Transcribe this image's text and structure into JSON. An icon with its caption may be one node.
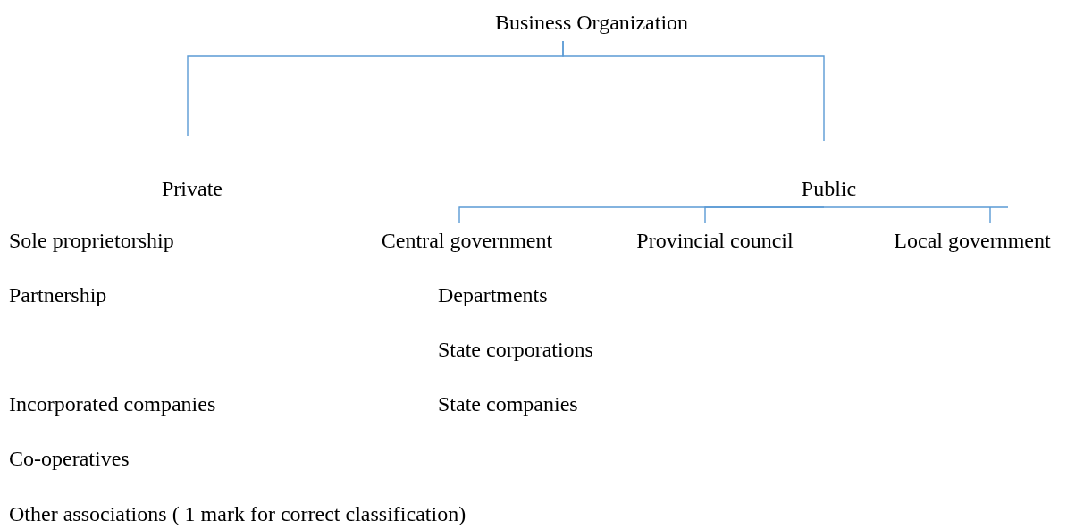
{
  "diagram": {
    "nodes": [
      {
        "text": [
          "Business Organization"
        ]
      },
      {
        "text": [
          "Private"
        ]
      },
      {
        "text": [
          "Public"
        ]
      },
      {
        "text": [
          "Central government"
        ]
      },
      {
        "text": [
          "Provincial council"
        ]
      },
      {
        "text": [
          "Local government"
        ]
      }
    ],
    "edges": [
      {
        "from": 0,
        "to": 1,
        "arrow": "none"
      },
      {
        "from": 0,
        "to": 2,
        "arrow": "none"
      },
      {
        "from": 2,
        "to": 3,
        "arrow": "none"
      },
      {
        "from": 2,
        "to": 4,
        "arrow": "none"
      },
      {
        "from": 2,
        "to": 5,
        "arrow": "none"
      }
    ],
    "labels": [
      "Sole proprietorship",
      "Partnership",
      "Departments",
      "State corporations",
      "Incorporated companies",
      "State companies",
      "Co-operatives",
      "Other associations ( 1 mark for correct classification)"
    ]
  }
}
